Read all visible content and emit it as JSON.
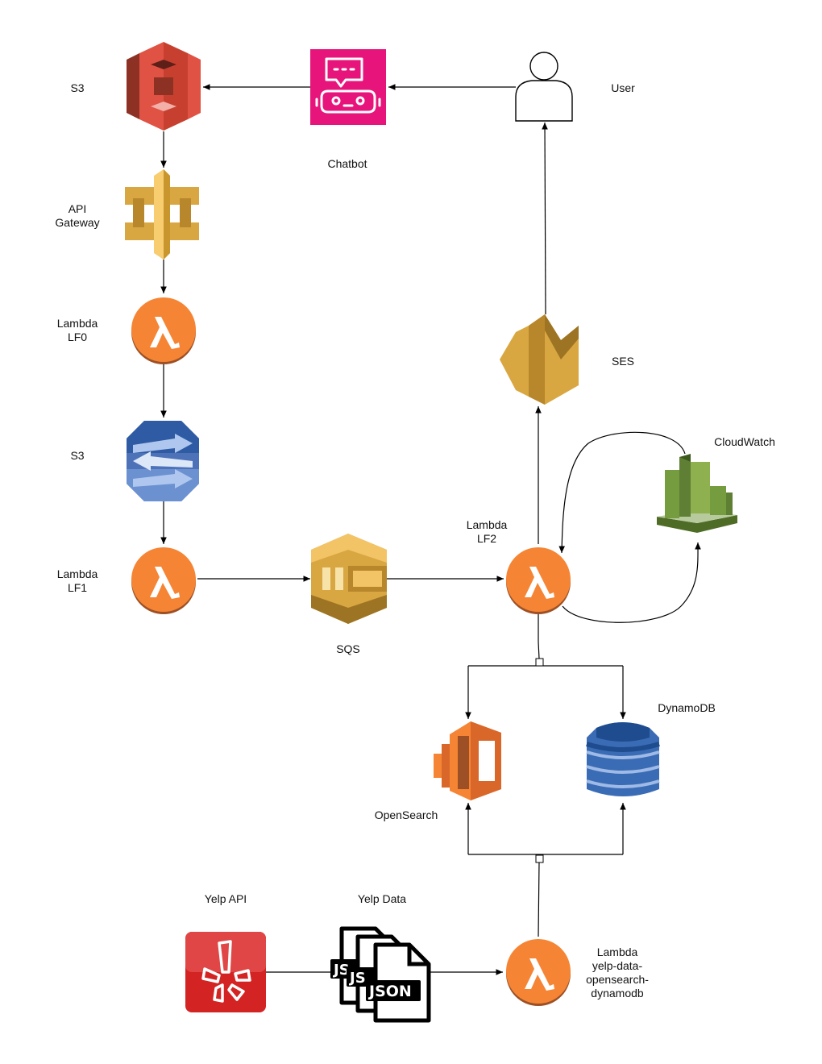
{
  "nodes": {
    "s3_top": {
      "label": "S3"
    },
    "chatbot": {
      "label": "Chatbot"
    },
    "user": {
      "label": "User"
    },
    "api_gateway": {
      "label_lines": [
        "API",
        "Gateway"
      ]
    },
    "lambda_lf0": {
      "label_lines": [
        "Lambda",
        "LF0"
      ]
    },
    "s3_mid": {
      "label": "S3"
    },
    "lambda_lf1": {
      "label_lines": [
        "Lambda",
        "LF1"
      ]
    },
    "sqs": {
      "label": "SQS"
    },
    "lambda_lf2": {
      "label_lines": [
        "Lambda",
        "LF2"
      ]
    },
    "ses": {
      "label": "SES"
    },
    "cloudwatch": {
      "label": "CloudWatch"
    },
    "opensearch": {
      "label": "OpenSearch"
    },
    "dynamodb": {
      "label": "DynamoDB"
    },
    "yelp_api": {
      "label": "Yelp API"
    },
    "yelp_data": {
      "label": "Yelp Data",
      "file_badge": "JSON",
      "file_badge_partial": "JS"
    },
    "lambda_yelp": {
      "label_lines": [
        "Lambda",
        "yelp-data-",
        "opensearch-",
        "dynamodb"
      ]
    }
  },
  "colors": {
    "s3_red": "#E05243",
    "chatbot_pink": "#E7157B",
    "apigw_gold": "#D9A741",
    "lambda_orange": "#F58534",
    "kinesis_blue": "#4D72B8",
    "sqs_gold": "#D9A741",
    "ses_gold": "#D9A741",
    "cloudwatch_green": "#759C3E",
    "opensearch_orange": "#F58534",
    "dynamodb_blue": "#3A6CB5",
    "yelp_red": "#D32323",
    "edge": "#000000"
  },
  "icons": [
    "s3-icon",
    "chatbot-icon",
    "user-icon",
    "api-gateway-icon",
    "lambda-icon",
    "kinesis-icon",
    "sqs-icon",
    "ses-icon",
    "cloudwatch-icon",
    "opensearch-icon",
    "dynamodb-icon",
    "yelp-icon",
    "json-files-icon"
  ]
}
